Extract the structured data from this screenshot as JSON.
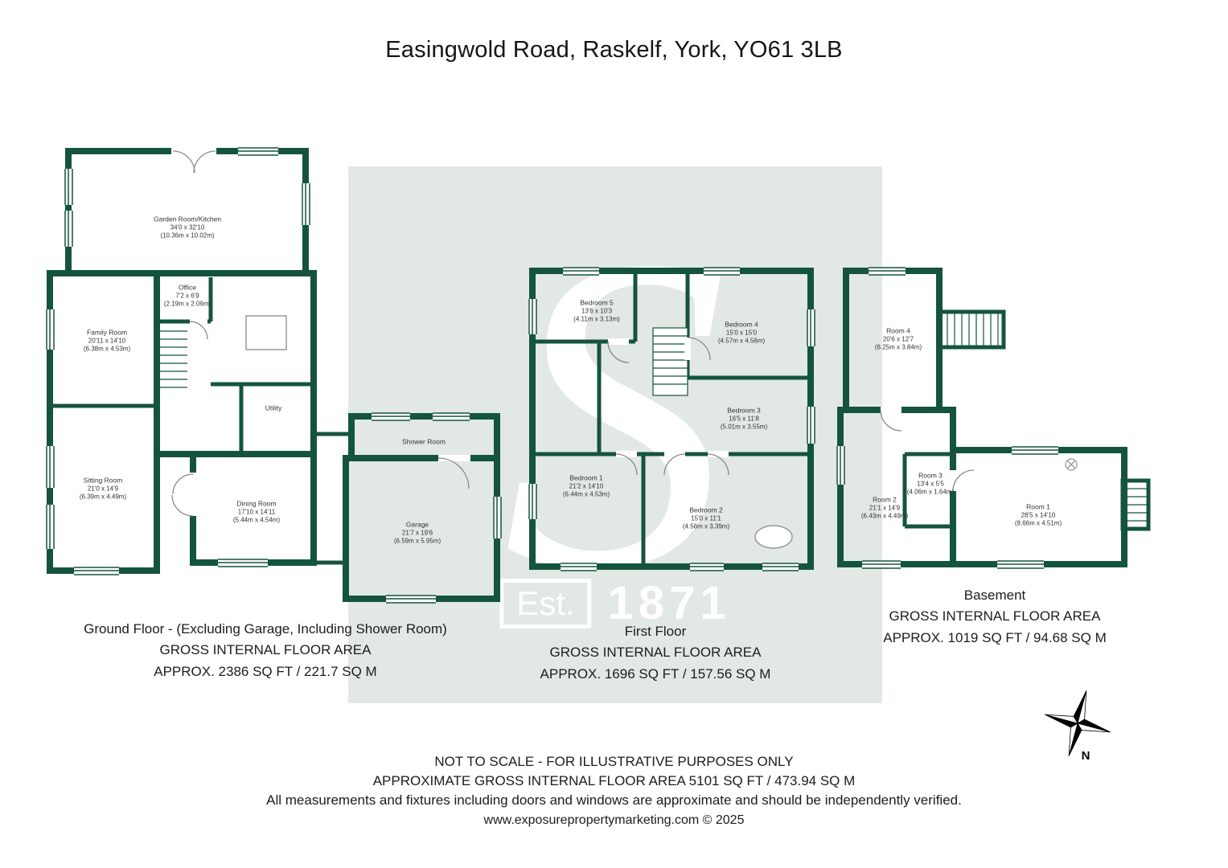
{
  "page": {
    "title": "Easingwold Road, Raskelf, York, YO61 3LB",
    "wall_color": "#14543f",
    "watermark_bg": "#e2e8e3",
    "background": "#ffffff"
  },
  "watermark": {
    "letter": "S",
    "est_label": "Est.",
    "year": "1871"
  },
  "floors": [
    {
      "id": "ground",
      "caption": {
        "line1": "Ground Floor - (Excluding Garage, Including Shower Room)",
        "line2": "GROSS INTERNAL FLOOR AREA",
        "line3": "APPROX. 2386 SQ FT / 221.7 SQ M"
      },
      "rooms": [
        {
          "name": "Garden Room/Kitchen",
          "dims_ft": "34'0 x 32'10",
          "dims_m": "(10.36m x 10.02m)"
        },
        {
          "name": "Office",
          "dims_ft": "7'2 x 6'9",
          "dims_m": "(2.19m x 2.06m)"
        },
        {
          "name": "Family Room",
          "dims_ft": "20'11 x 14'10",
          "dims_m": "(6.38m x 4.53m)"
        },
        {
          "name": "Sitting Room",
          "dims_ft": "21'0 x 14'9",
          "dims_m": "(6.39m x 4.49m)"
        },
        {
          "name": "Utility",
          "dims_ft": "",
          "dims_m": ""
        },
        {
          "name": "Dining Room",
          "dims_ft": "17'10 x 14'11",
          "dims_m": "(5.44m x 4.54m)"
        },
        {
          "name": "Shower Room",
          "dims_ft": "",
          "dims_m": ""
        },
        {
          "name": "Garage",
          "dims_ft": "21'7 x 19'6",
          "dims_m": "(6.59m x 5.95m)"
        }
      ]
    },
    {
      "id": "first",
      "caption": {
        "line1": "First Floor",
        "line2": "GROSS INTERNAL FLOOR AREA",
        "line3": "APPROX. 1696 SQ FT / 157.56 SQ M"
      },
      "rooms": [
        {
          "name": "Bedroom 5",
          "dims_ft": "13'6 x 10'3",
          "dims_m": "(4.11m x 3.13m)"
        },
        {
          "name": "Bedroom 4",
          "dims_ft": "15'0 x 15'0",
          "dims_m": "(4.57m x 4.56m)"
        },
        {
          "name": "Bedroom 3",
          "dims_ft": "16'5 x 11'8",
          "dims_m": "(5.01m x 3.55m)"
        },
        {
          "name": "Bedroom 1",
          "dims_ft": "21'2 x 14'10",
          "dims_m": "(6.44m x 4.53m)"
        },
        {
          "name": "Bedroom 2",
          "dims_ft": "15'0 x 11'1",
          "dims_m": "(4.56m x 3.39m)"
        }
      ]
    },
    {
      "id": "basement",
      "caption": {
        "line1": "Basement",
        "line2": "GROSS INTERNAL FLOOR AREA",
        "line3": "APPROX. 1019 SQ FT / 94.68 SQ M"
      },
      "rooms": [
        {
          "name": "Room 4",
          "dims_ft": "20'6 x 12'7",
          "dims_m": "(6.25m x 3.84m)"
        },
        {
          "name": "Room 3",
          "dims_ft": "13'4 x 5'5",
          "dims_m": "(4.06m x 1.64m)"
        },
        {
          "name": "Room 2",
          "dims_ft": "21'1 x 14'9",
          "dims_m": "(6.43m x 4.49m)"
        },
        {
          "name": "Room 1",
          "dims_ft": "28'5 x 14'10",
          "dims_m": "(8.66m x 4.51m)"
        }
      ]
    }
  ],
  "footer": {
    "line1": "NOT TO SCALE - FOR ILLUSTRATIVE PURPOSES ONLY",
    "line2": "APPROXIMATE GROSS INTERNAL FLOOR AREA 5101 SQ FT / 473.94 SQ M",
    "line3": "All measurements and fixtures including doors and windows are approximate and should be independently verified.",
    "line4": "www.exposurepropertymarketing.com © 2025"
  },
  "compass": {
    "label": "N"
  }
}
